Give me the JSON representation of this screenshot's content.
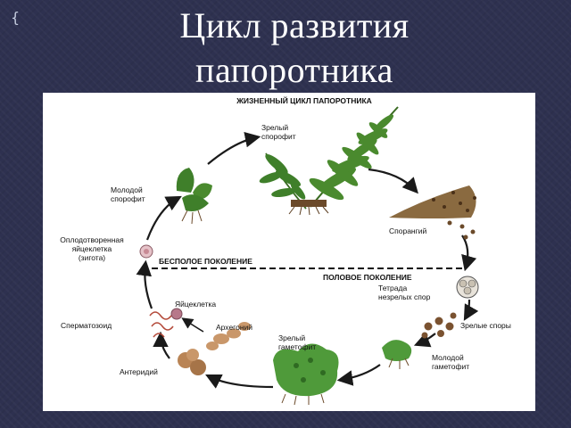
{
  "slide": {
    "title": "Цикл развития папоротника",
    "brace_glyph": "{"
  },
  "diagram": {
    "header": "ЖИЗНЕННЫЙ ЦИКЛ ПАПОРОТНИКА",
    "asexual_generation": "БЕСПОЛОЕ ПОКОЛЕНИЕ",
    "sexual_generation": "ПОЛОВОЕ ПОКОЛЕНИЕ",
    "stages": {
      "mature_sporophyte": "Зрелый\nспорофит",
      "sporangium": "Спорангий",
      "tetrad": "Тетрада\nнезрелых спор",
      "mature_spores": "Зрелые споры",
      "young_gametophyte": "Молодой\nгаметофит",
      "mature_gametophyte": "Зрелый\nгаметофит",
      "archegonium": "Архегоний",
      "egg_cell": "Яйцеклетка",
      "spermatozoid": "Сперматозоид",
      "antheridium": "Антеридий",
      "zygote": "Оплодотворенная\nяйцеклетка\n(зигота)",
      "young_sporophyte": "Молодой\nспорофит"
    },
    "colors": {
      "background": "#2e3150",
      "panel": "#ffffff",
      "fern_green": "#3f7f2a",
      "gametophyte_green": "#4f9a3a",
      "spore_brown": "#7a5230",
      "antheridium_tan": "#b98455",
      "zygote_pink": "#c88a95",
      "arrow": "#1a1a1a"
    }
  }
}
